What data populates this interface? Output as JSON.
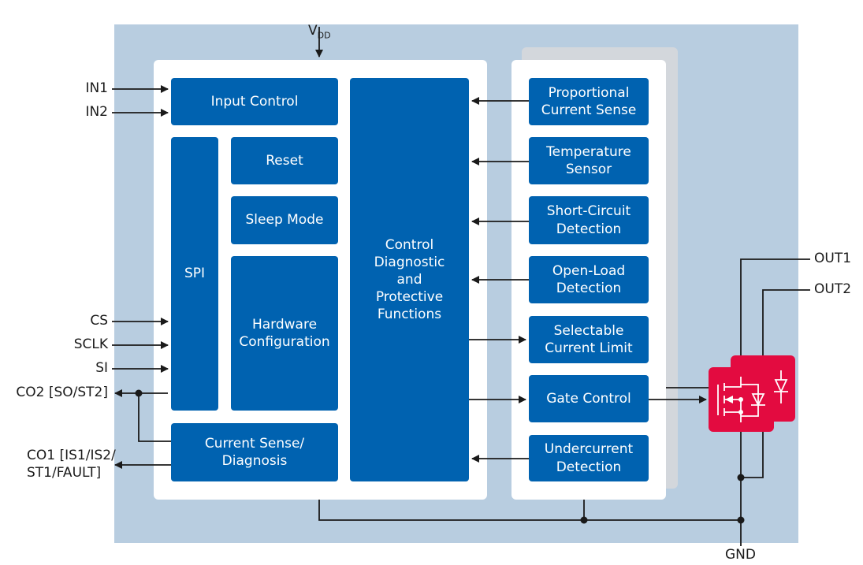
{
  "colors": {
    "background": "#b8cde0",
    "panel": "#ffffff",
    "block": "#0062b0",
    "mosfet": "#e30b40",
    "wire": "#1a1a1a"
  },
  "supply": {
    "label": "V",
    "subscript": "DD"
  },
  "inputs": {
    "in1": "IN1",
    "in2": "IN2",
    "cs": "CS",
    "sclk": "SCLK",
    "si": "SI",
    "co2": "CO2 [SO/ST2]",
    "co1": "CO1 [IS1/IS2/\nST1/FAULT]"
  },
  "blocks": {
    "input_control": "Input Control",
    "spi": "SPI",
    "reset": "Reset",
    "sleep_mode": "Sleep Mode",
    "hardware_configuration": "Hardware\nConfiguration",
    "current_sense_diagnosis": "Current Sense/\nDiagnosis",
    "control": "Control\nDiagnostic\nand\nProtective\nFunctions",
    "proportional_current_sense": "Proportional\nCurrent Sense",
    "temperature_sensor": "Temperature\nSensor",
    "short_circuit_detection": "Short-Circuit\nDetection",
    "open_load_detection": "Open-Load\nDetection",
    "selectable_current_limit": "Selectable\nCurrent Limit",
    "gate_control": "Gate Control",
    "undercurrent_detection": "Undercurrent\nDetection"
  },
  "outputs": {
    "out1": "OUT1",
    "out2": "OUT2",
    "gnd": "GND"
  }
}
